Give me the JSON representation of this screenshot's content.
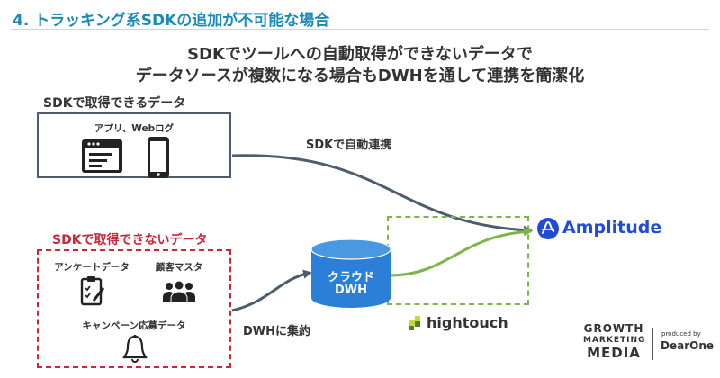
{
  "header": {
    "title": "4. トラッキング系SDKの追加が不可能な場合"
  },
  "headline": {
    "line1": "SDKでツールへの自動取得ができないデータで",
    "line2": "データソースが複数になる場合もDWHを通して連携を簡潔化"
  },
  "sdk_section": {
    "title": "SDKで取得できるデータ",
    "item_label": "アプリ、Webログ",
    "icons": [
      "browser-window-icon",
      "smartphone-icon"
    ]
  },
  "nosdk_section": {
    "title": "SDKで取得できないデータ",
    "items": [
      {
        "label": "アンケートデータ",
        "icon": "clipboard-checklist-icon"
      },
      {
        "label": "顧客マスタ",
        "icon": "users-group-icon"
      },
      {
        "label": "キャンペーン応募データ",
        "icon": "bell-icon"
      }
    ]
  },
  "edges": {
    "sdk_auto": "SDKで自動連携",
    "dwh_collect": "DWHに集約"
  },
  "dwh": {
    "line1": "クラウド",
    "line2": "DWH"
  },
  "destinations": {
    "amplitude": "Amplitude",
    "hightouch": "hightouch"
  },
  "logo": {
    "growth": "GROWTH",
    "marketing": "MARKETING",
    "media": "MEDIA",
    "produced_by": "produced by",
    "dearone": "DearOne"
  },
  "colors": {
    "header_blue": "#1a8bb7",
    "red": "#c8283a",
    "green": "#7ab648",
    "dwh_blue": "#2c7fd6",
    "amplitude_blue": "#1f4bd8",
    "arrow_gray": "#4e5d6e"
  }
}
